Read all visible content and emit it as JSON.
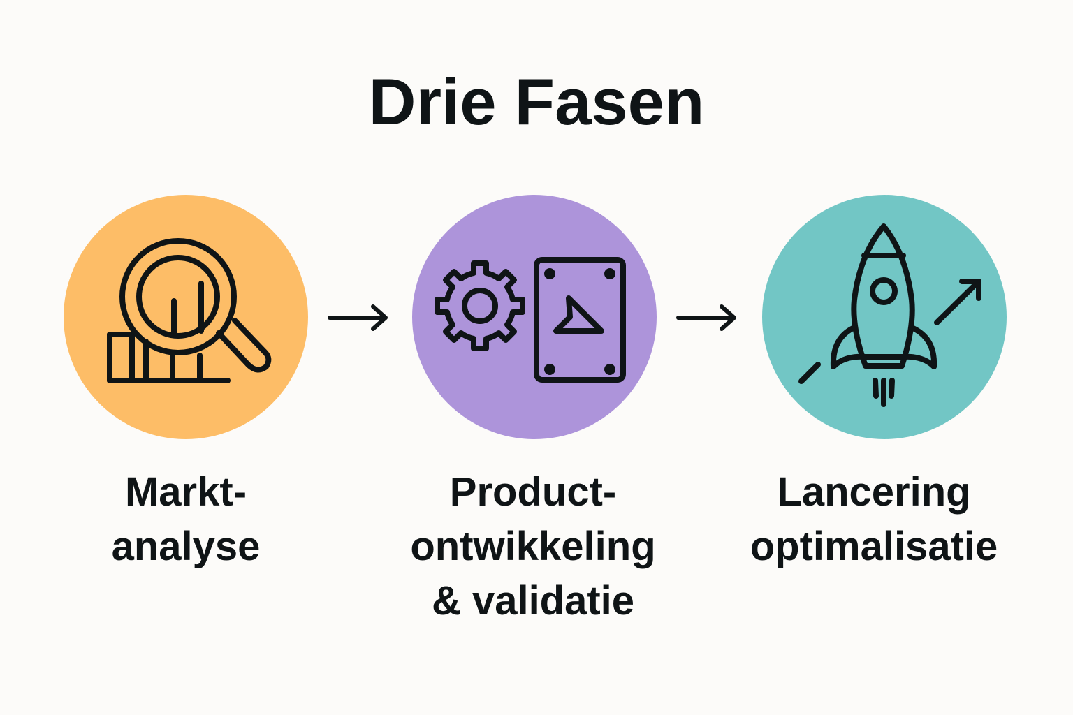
{
  "title": "Drie Fasen",
  "colors": {
    "background": "#fcfbf9",
    "phase1": "#fdbd67",
    "phase2": "#ad94da",
    "phase3": "#72c6c5",
    "stroke": "#0f1416"
  },
  "phases": [
    {
      "icon": "magnifier-bar-chart-icon",
      "label_lines": [
        "Markt-",
        "analyse"
      ]
    },
    {
      "icon": "gear-and-blueprint-icon",
      "label_lines": [
        "Product-",
        "ontwikkeling",
        "& validatie"
      ]
    },
    {
      "icon": "rocket-growth-arrow-icon",
      "label_lines": [
        "Lancering",
        "optimalisatie"
      ]
    }
  ],
  "connectors": [
    "arrow-right-icon",
    "arrow-right-icon"
  ]
}
